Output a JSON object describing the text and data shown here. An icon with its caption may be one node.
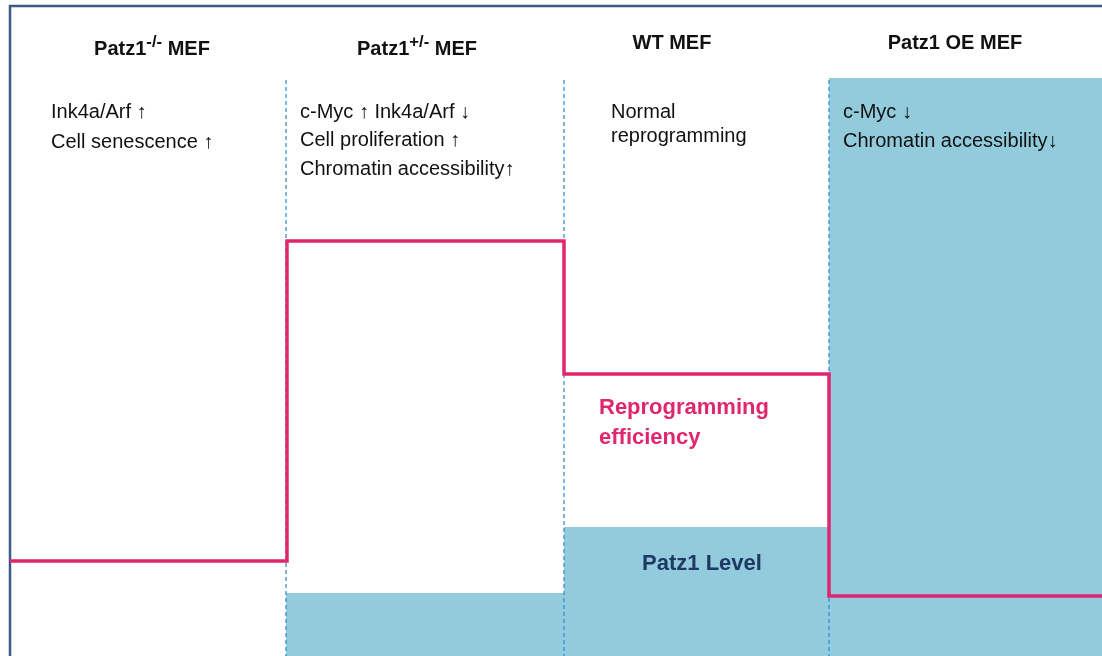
{
  "diagram": {
    "labels": [
      "Patz1$^{-/-}$ MEF",
      "Patz1$^{+/-}$ MEF",
      "WT MEF",
      "Patz1 OE MEF",
      "Ink4a/Arf ↑",
      "Cell senescence ↑",
      "c-Myc ↑ Ink4a/Arf ↓",
      "Cell proliferation ↑",
      "Chromatin accessibility↑",
      "Normal reprogramming",
      "c-Myc ↓",
      "Chromatin accessibility↓",
      "Reprogramming efficiency",
      "Patz1 Level"
    ]
  }
}
